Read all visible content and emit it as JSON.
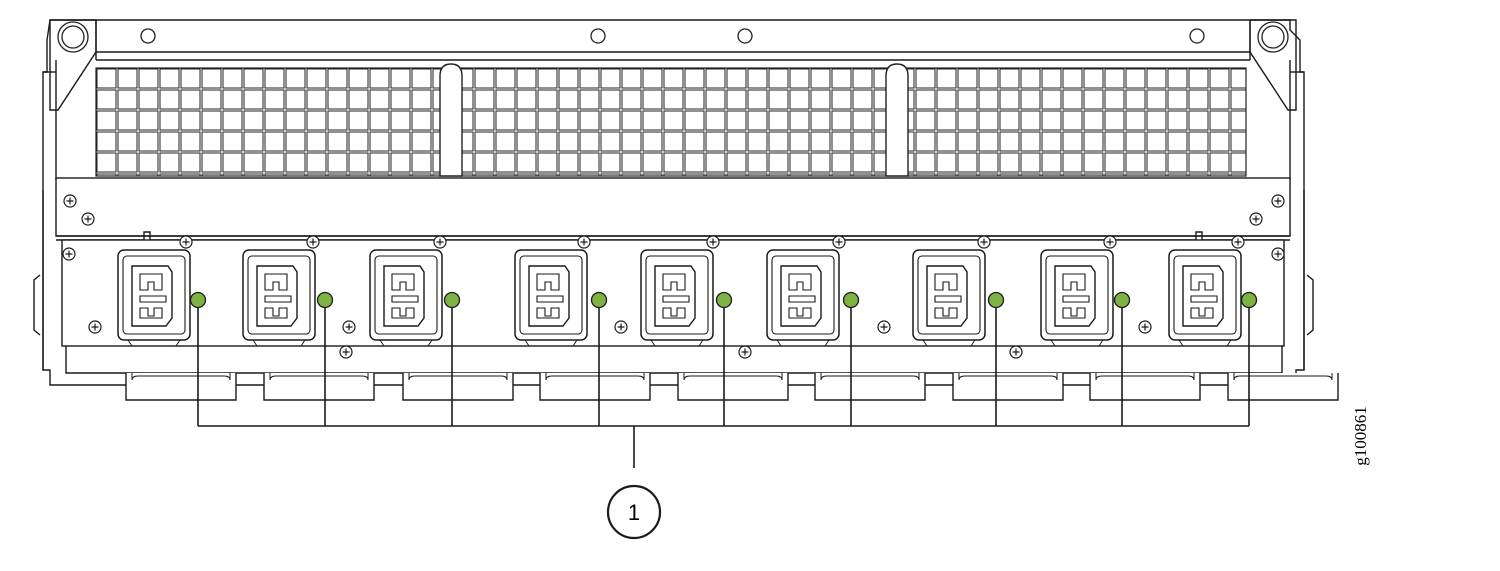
{
  "figure": {
    "id": "g100861"
  },
  "callouts": [
    {
      "label": "1"
    }
  ],
  "power_supplies": {
    "count": 9,
    "led_color": "#7cb342"
  },
  "colors": {
    "stroke": "#1a1a1a",
    "panel": "#ffffff",
    "led": "#7cb342"
  }
}
